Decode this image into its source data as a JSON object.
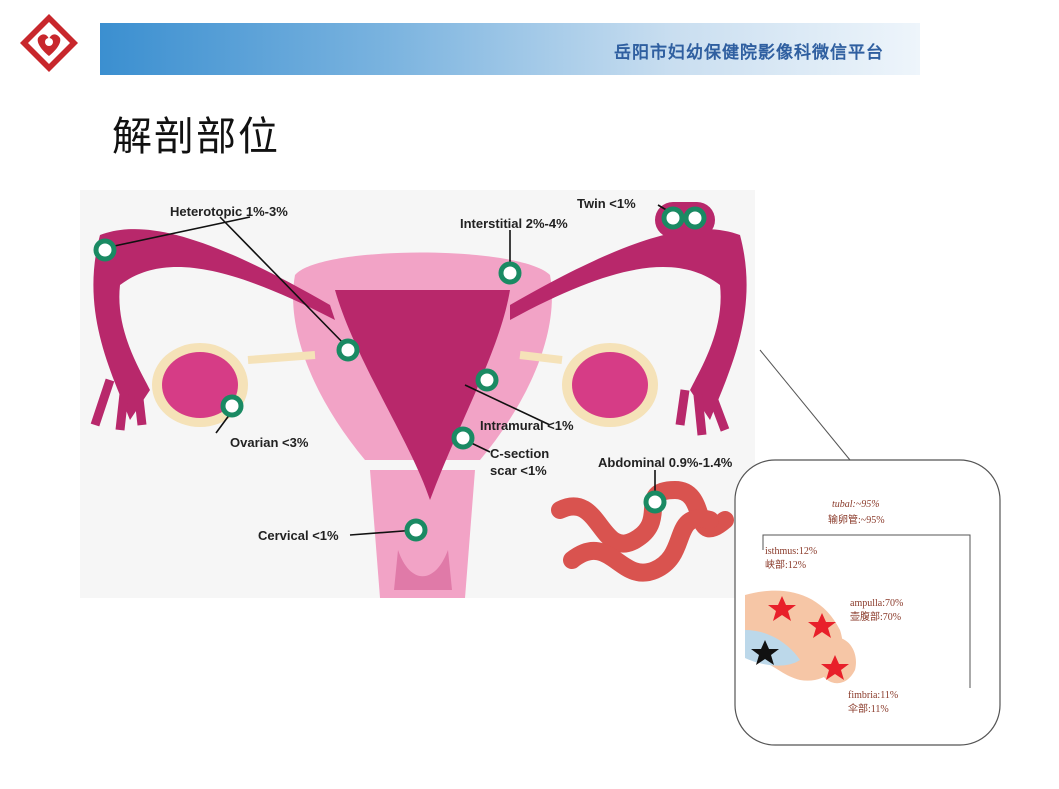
{
  "header": {
    "banner_text": "岳阳市妇幼保健院影像科微信平台",
    "page_title": "解剖部位"
  },
  "diagram_labels": {
    "heterotopic": "Heterotopic 1%-3%",
    "interstitial": "Interstitial 2%-4%",
    "twin": "Twin <1%",
    "ovarian": "Ovarian <3%",
    "intramural": "Intramural <1%",
    "c_section_1": "C-section",
    "c_section_2": "scar <1%",
    "abdominal": "Abdominal 0.9%-1.4%",
    "cervical": "Cervical <1%"
  },
  "inset_labels": {
    "tubal_en": "tubal:~95%",
    "tubal_cn": "输卵管:~95%",
    "isthmus_en": "isthmus:12%",
    "isthmus_cn": "峡部:12%",
    "ampulla_en": "ampulla:70%",
    "ampulla_cn": "壶腹部:70%",
    "fimbria_en": "fimbria:11%",
    "fimbria_cn": "伞部:11%"
  },
  "colors": {
    "uterus_dark": "#b8286b",
    "uterus_light": "#f2a3c6",
    "marker_ring": "#1a8a63",
    "intestine": "#d9534f",
    "star_red": "#e8202a"
  }
}
